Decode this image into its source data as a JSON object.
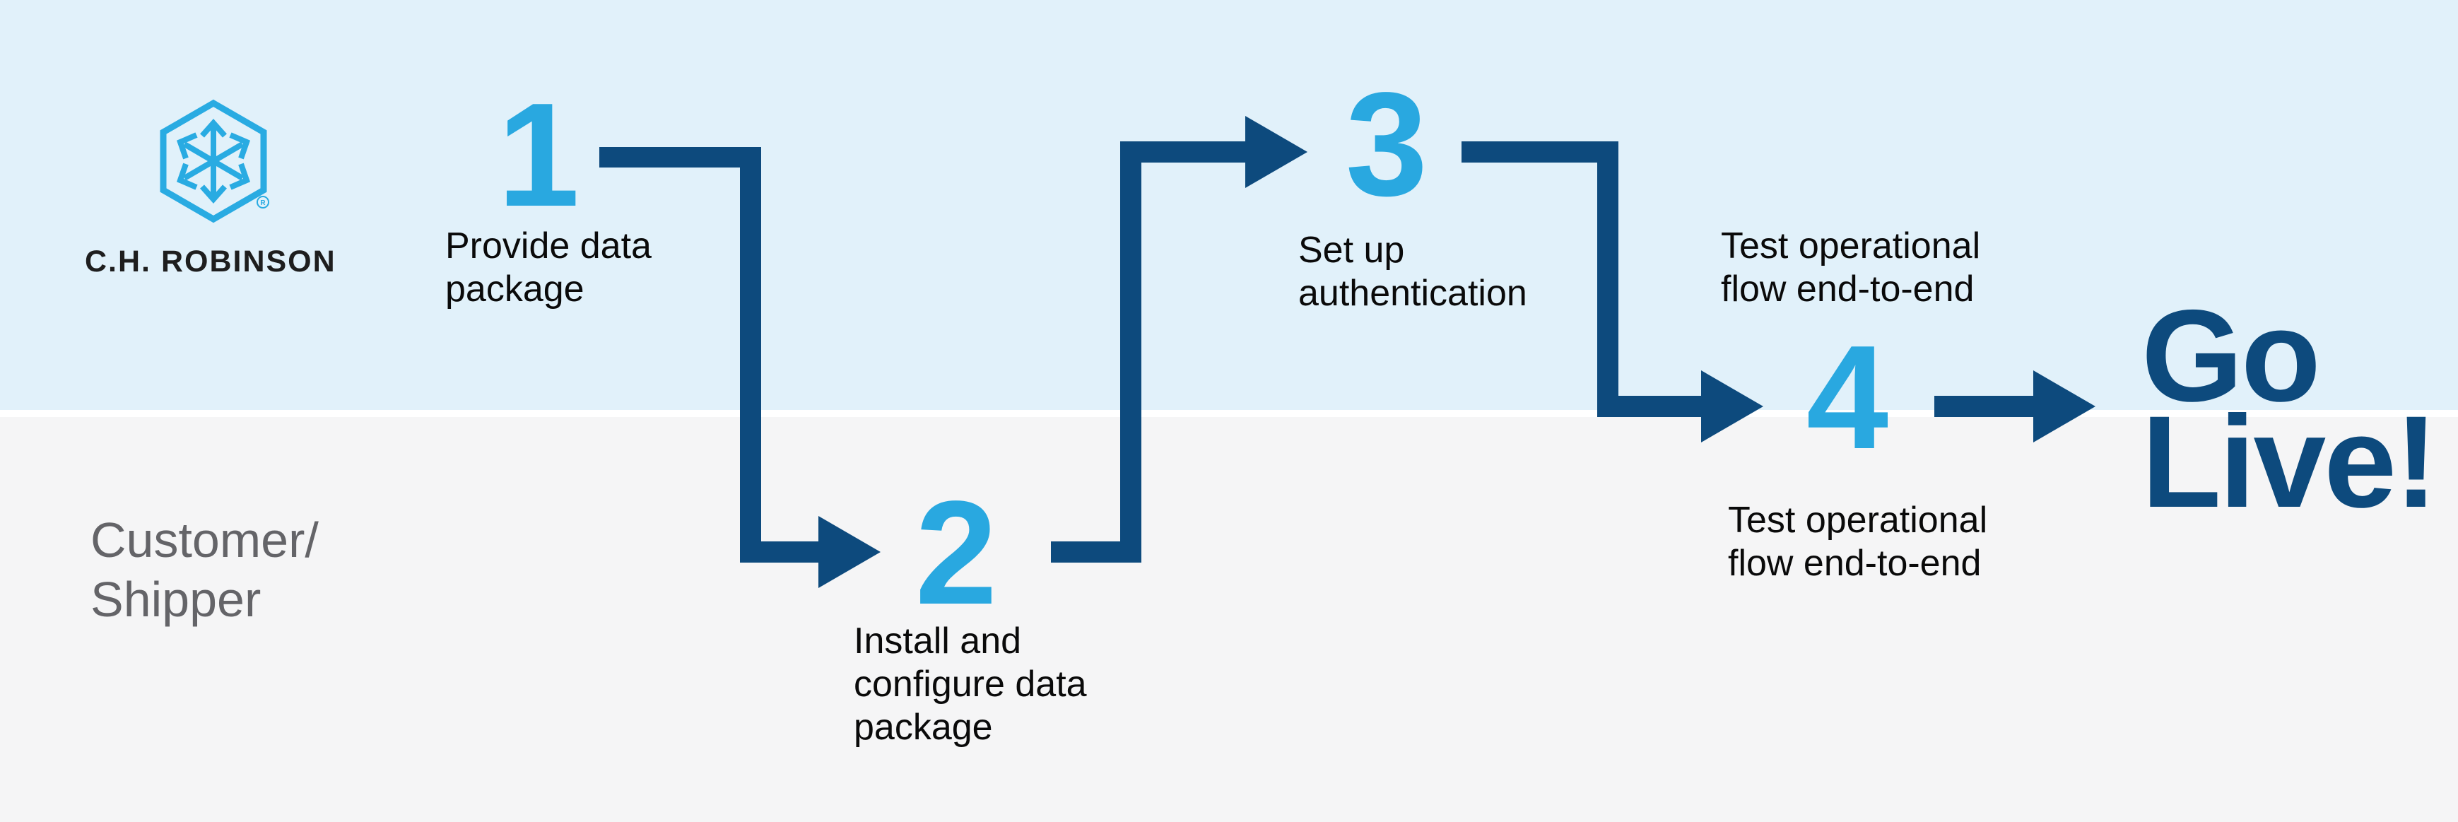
{
  "brand": {
    "wordmark": "C.H. ROBINSON",
    "registered_mark": "R",
    "logo_icon": "chr-hexagon-arrows-icon"
  },
  "lanes": {
    "bottom_label_lines": [
      "Customer/",
      "Shipper"
    ]
  },
  "steps": [
    {
      "number": "1",
      "label_lines": [
        "Provide data",
        "package"
      ]
    },
    {
      "number": "2",
      "label_lines": [
        "Install and",
        "configure data",
        "package"
      ]
    },
    {
      "number": "3",
      "label_lines": [
        "Set up",
        "authentication"
      ]
    },
    {
      "number": "4",
      "label_lines": [
        "Test operational",
        "flow end-to-end"
      ],
      "label_lines_secondary": [
        "Test operational",
        "flow end-to-end"
      ]
    }
  ],
  "outcome": {
    "lines": [
      "Go",
      "Live!"
    ]
  },
  "colors": {
    "lane_top_bg": "#E1F1FA",
    "lane_bottom_bg": "#F5F5F6",
    "lane_separator": "#FFFFFF",
    "arrow_navy": "#0D4A7D",
    "step_number_cyan": "#29A8E0",
    "logo_cyan": "#29ABE2",
    "label_text": "#0A0A0A",
    "lane_label_gray": "#646468",
    "wordmark_text": "#1E1E1E"
  }
}
